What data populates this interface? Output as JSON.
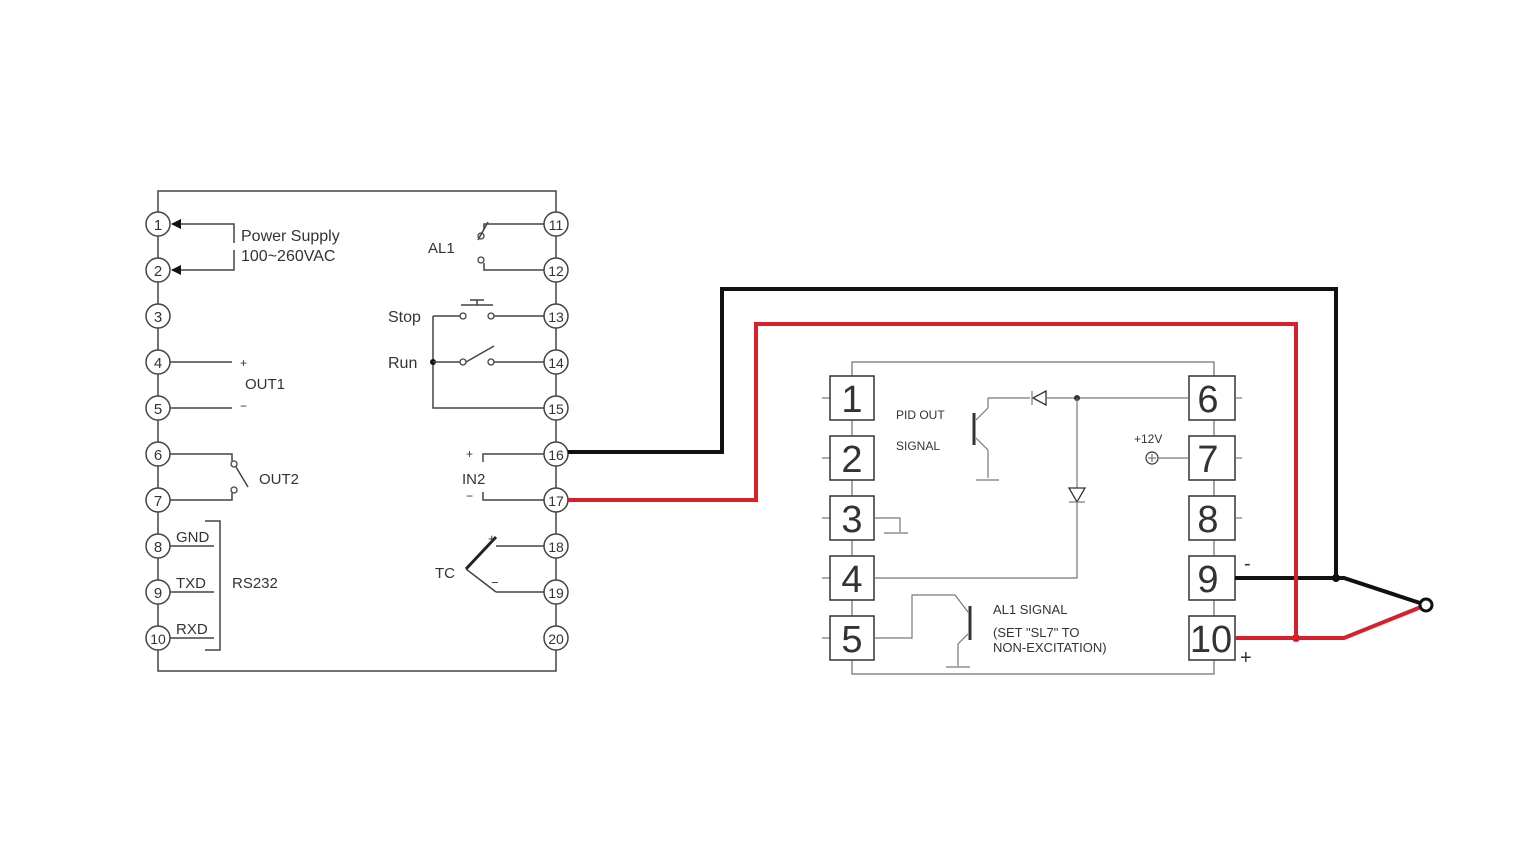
{
  "controller": {
    "terminals": [
      "1",
      "2",
      "3",
      "4",
      "5",
      "6",
      "7",
      "8",
      "9",
      "10",
      "11",
      "12",
      "13",
      "14",
      "15",
      "16",
      "17",
      "18",
      "19",
      "20"
    ],
    "power_supply": "Power Supply",
    "power_range": "100~260VAC",
    "out1": "OUT1",
    "out2": "OUT2",
    "al1": "AL1",
    "stop": "Stop",
    "run": "Run",
    "in2": "IN2",
    "tc": "TC",
    "gnd": "GND",
    "txd": "TXD",
    "rxd": "RXD",
    "rs232": "RS232",
    "plus": "+",
    "minus": "−"
  },
  "module": {
    "left_pins": [
      "1",
      "2",
      "3",
      "4",
      "5"
    ],
    "right_pins": [
      "6",
      "7",
      "8",
      "9",
      "10"
    ],
    "pid_out": "PID OUT",
    "signal": "SIGNAL",
    "plus12v": "+12V",
    "al1_signal": "AL1 SIGNAL",
    "note_line1": "(SET \"SL7\" TO",
    "note_line2": "NON-EXCITATION)",
    "pin9_sign": "-",
    "pin10_sign": "+"
  },
  "colors": {
    "black_wire": "#111111",
    "red_wire": "#d8202a",
    "line": "#444444"
  }
}
